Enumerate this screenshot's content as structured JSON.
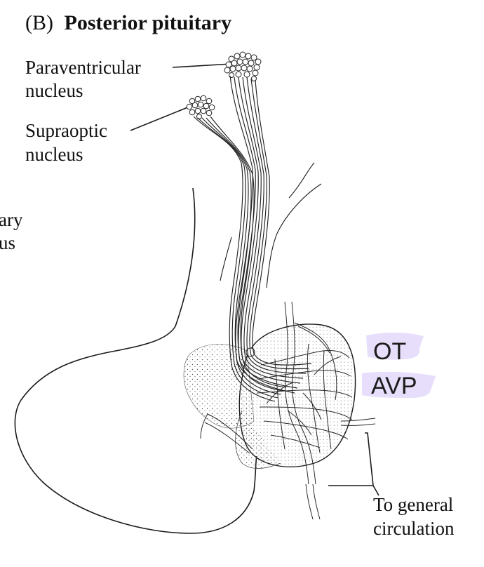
{
  "panel_letter": "(B)",
  "panel_title": "Posterior pituitary",
  "labels": {
    "paraventricular_1": "Paraventricular",
    "paraventricular_2": "nucleus",
    "supraoptic_1": "Supraoptic",
    "supraoptic_2": "nucleus",
    "cutoff_1": "ary",
    "cutoff_2": "us",
    "circulation_1": "To general",
    "circulation_2": "circulation"
  },
  "hormone_tags": {
    "tag_1": "OT",
    "tag_2": "AVP",
    "highlight_color": "#e6defa"
  }
}
